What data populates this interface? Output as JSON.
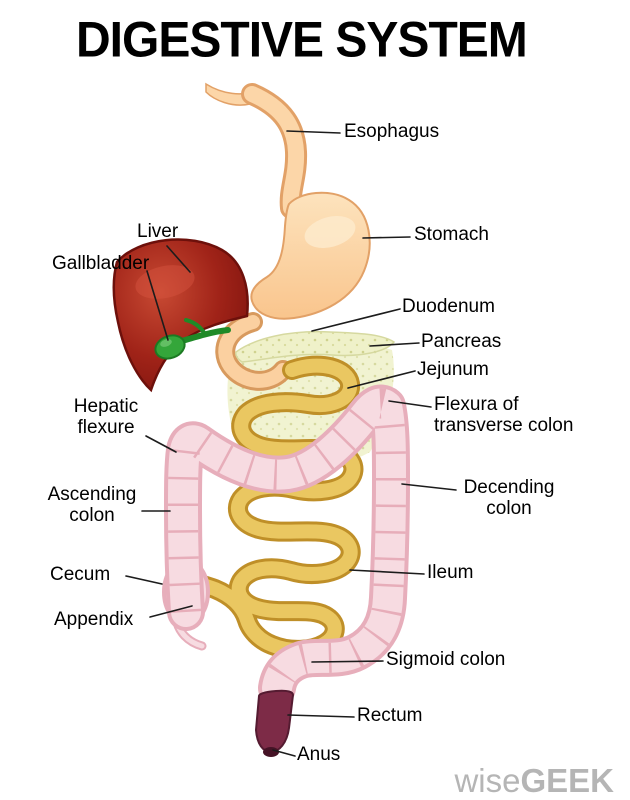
{
  "title": "DIGESTIVE SYSTEM",
  "labels": {
    "esophagus": "Esophagus",
    "stomach": "Stomach",
    "liver": "Liver",
    "gallbladder": "Gallbladder",
    "duodenum": "Duodenum",
    "pancreas": "Pancreas",
    "jejunum": "Jejunum",
    "hepatic_flexure": "Hepatic flexure",
    "flexura": "Flexura of transverse colon",
    "ascending_colon": "Ascending colon",
    "decending_colon": "Decending colon",
    "cecum": "Cecum",
    "ileum": "Ileum",
    "appendix": "Appendix",
    "sigmoid_colon": "Sigmoid colon",
    "rectum": "Rectum",
    "anus": "Anus"
  },
  "watermark": {
    "wise": "wise",
    "geek": "GEEK"
  },
  "colors": {
    "liver": "#a02318",
    "stomach": "#fbd3a2",
    "esophagus": "#fcd6a8",
    "gallbladder": "#2fa334",
    "pancreas": "#eff1c9",
    "small_intestine": "#eac761",
    "colon": "#f7dbe1",
    "rectum": "#7d2b47",
    "label_text": "#000000",
    "watermark": "#b5b5b5"
  }
}
